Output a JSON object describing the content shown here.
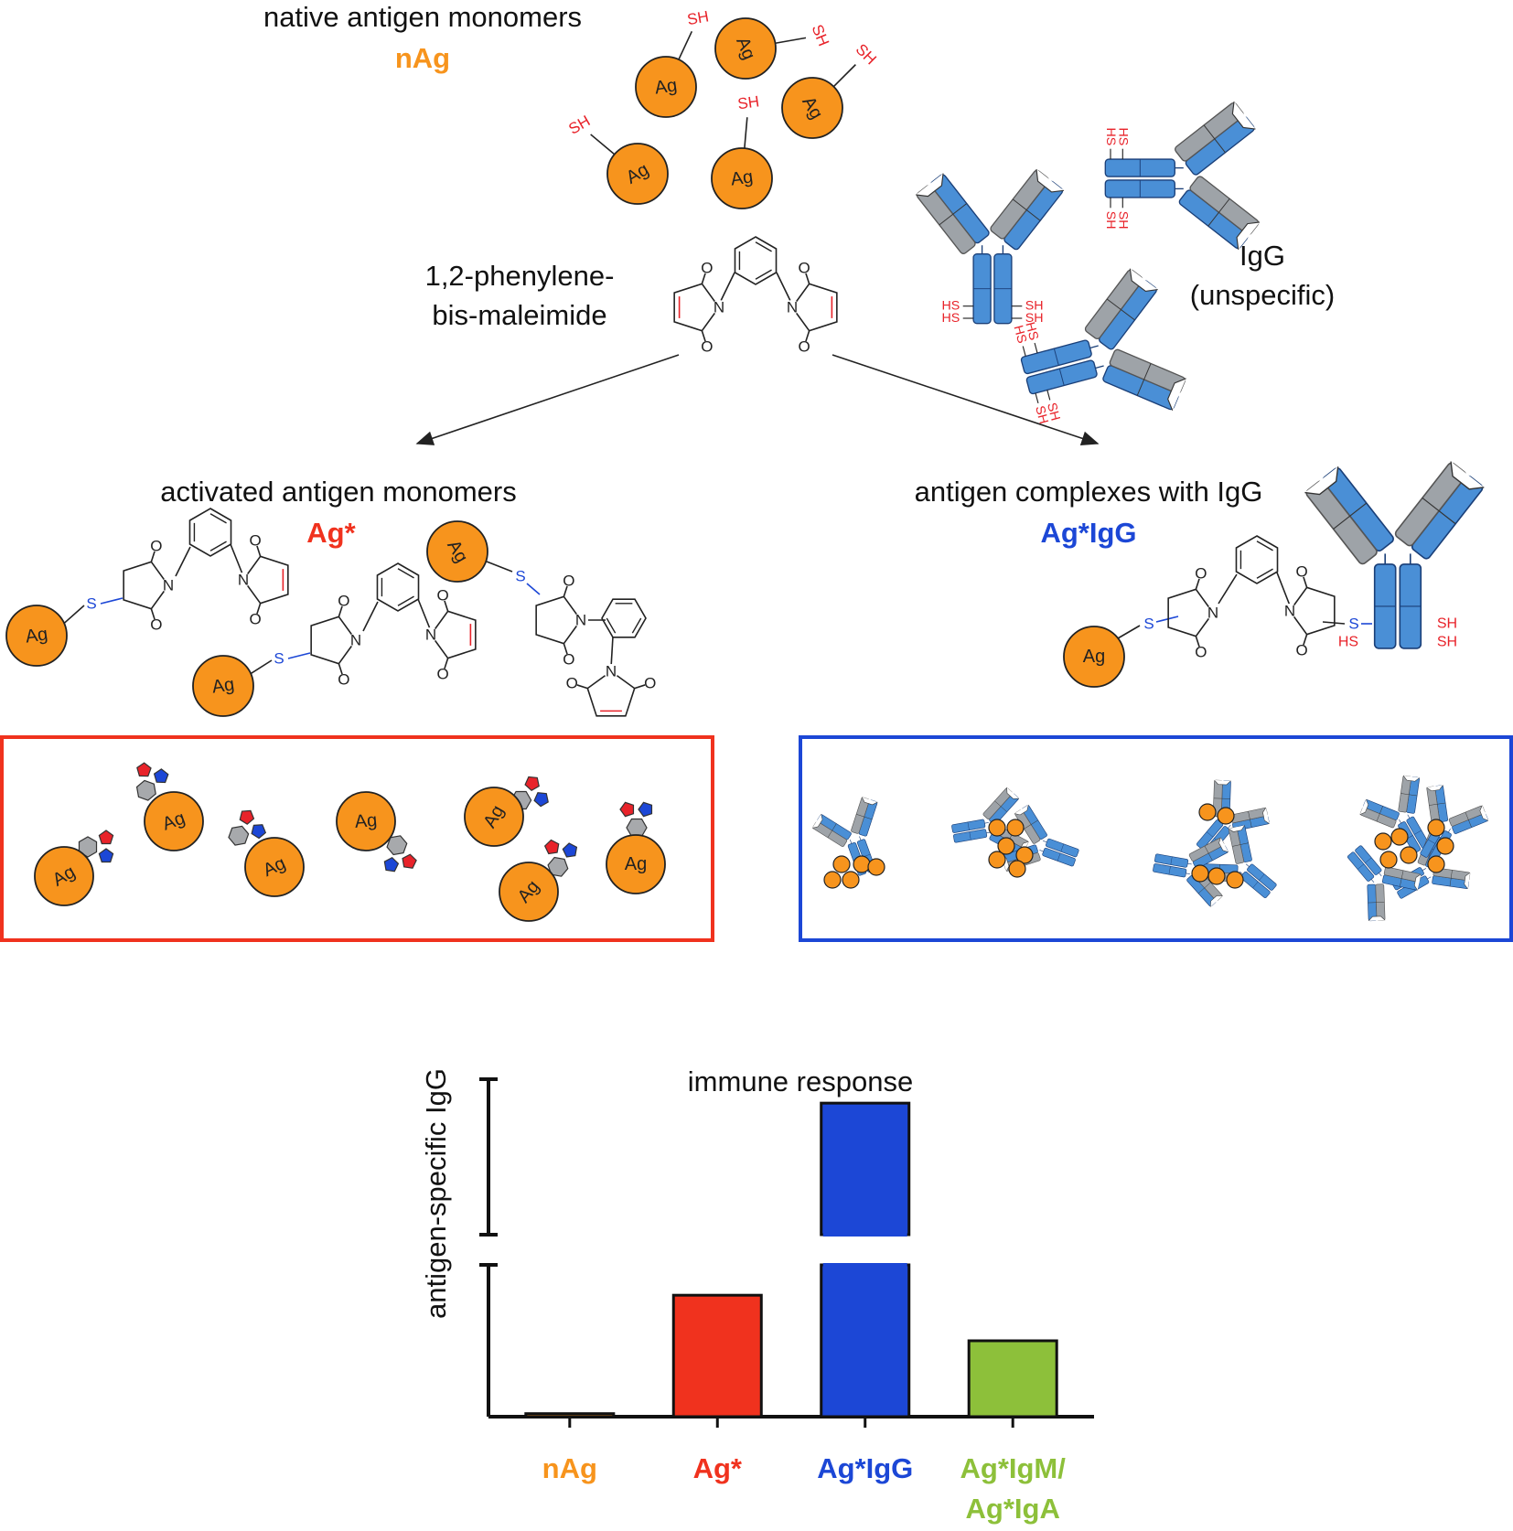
{
  "colors": {
    "antigen": "#f7941d",
    "activated": "#f0321e",
    "complex": "#1c47d6",
    "igm_iga": "#8dc03a",
    "thiol": "#e8232a",
    "antibody_blue": "#4a8fd6",
    "antibody_grey": "#9ea3a8"
  },
  "texts": {
    "native_title": "native antigen monomers",
    "native_abbr": "nAg",
    "linker_line1": "1,2-phenylene-",
    "linker_line2": "bis-maleimide",
    "igg_line1": "IgG",
    "igg_line2": "(unspecific)",
    "activated_title": "activated antigen monomers",
    "activated_abbr": "Ag*",
    "complex_title": "antigen complexes with IgG",
    "complex_abbr": "Ag*IgG",
    "ag": "Ag",
    "sh": "SH",
    "hs": "HS",
    "s": "S",
    "n": "N",
    "o": "O"
  },
  "chart_data": {
    "type": "bar",
    "title": "immune response",
    "ylabel": "antigen-specific IgG",
    "xlabel": "",
    "categories": [
      "nAg",
      "Ag*",
      "Ag*IgG",
      "Ag*IgM/\nAg*IgA"
    ],
    "category_lines": [
      [
        "nAg"
      ],
      [
        "Ag*"
      ],
      [
        "Ag*IgG"
      ],
      [
        "Ag*IgM/",
        "Ag*IgA"
      ]
    ],
    "category_colors": [
      "#f7941d",
      "#f0321e",
      "#1c47d6",
      "#8dc03a"
    ],
    "values": [
      0.02,
      0.8,
      3.0,
      0.5
    ],
    "axis_break": {
      "lower_max": 1.0,
      "upper_min": 1.9,
      "upper_max": 3.2
    },
    "y_ticks_shown": false,
    "grid": false,
    "legend": "none"
  }
}
